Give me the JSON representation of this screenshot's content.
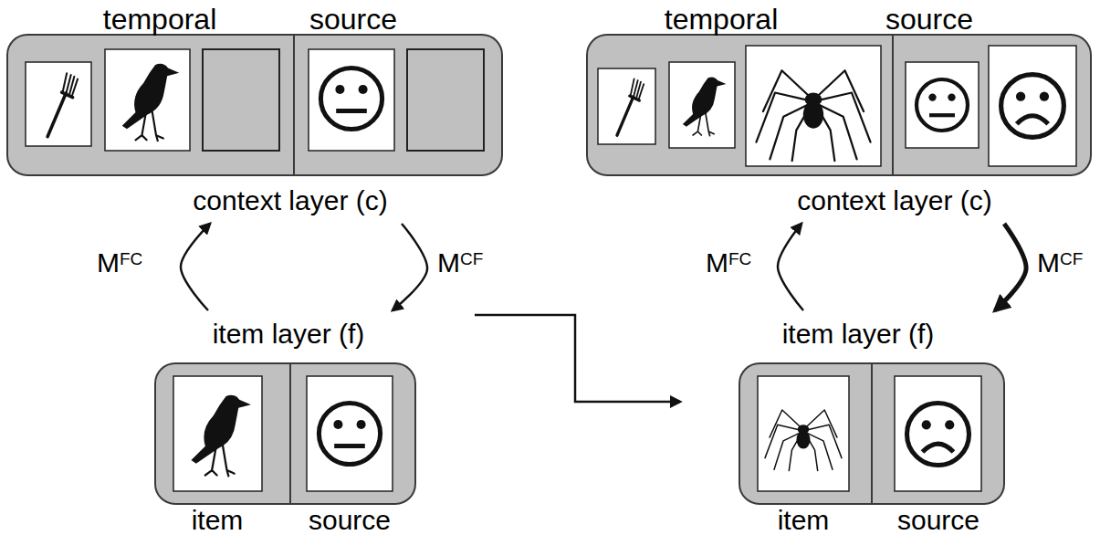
{
  "diagram": {
    "nodes": [
      {
        "text": [
          "temporal",
          "source",
          "context layer (c)"
        ]
      },
      {
        "text": [
          "item layer (f)",
          "item",
          "source"
        ]
      },
      {
        "text": [
          "temporal",
          "source",
          "context layer (c)"
        ]
      },
      {
        "text": [
          "item layer (f)",
          "item",
          "source"
        ]
      }
    ],
    "edges": [
      {
        "from": 1,
        "to": 0,
        "label": "MFC",
        "arrow": "to"
      },
      {
        "from": 0,
        "to": 1,
        "label": "MCF",
        "arrow": "to"
      },
      {
        "from": 1,
        "to": 3,
        "arrow": "to"
      },
      {
        "from": 3,
        "to": 2,
        "label": "MFC",
        "arrow": "to"
      },
      {
        "from": 2,
        "to": 3,
        "label": "MCF",
        "arrow": "to"
      }
    ]
  }
}
